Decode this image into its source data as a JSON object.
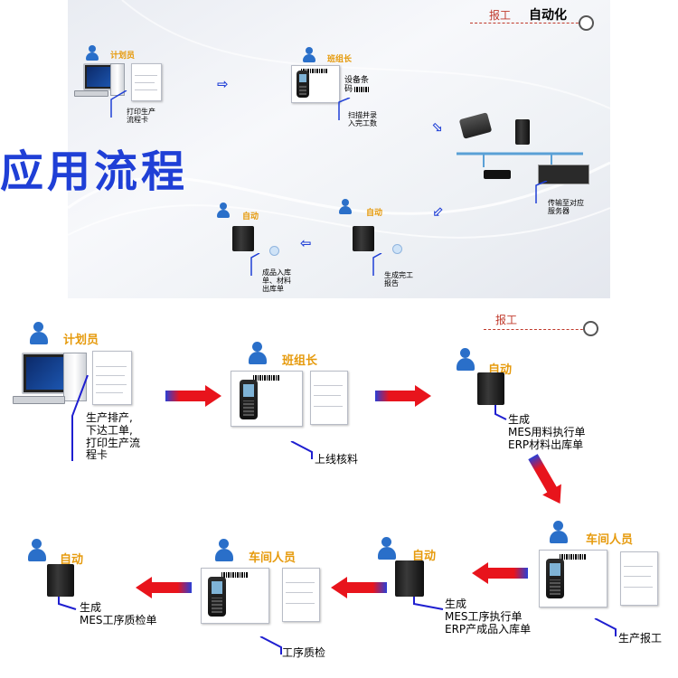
{
  "title": "应用流程",
  "top_section": {
    "header": {
      "baogong": "报工",
      "zidonghua": "自动化"
    },
    "nodes": {
      "planner": {
        "role": "计划员",
        "note": "打印生产\n流程卡"
      },
      "team_leader": {
        "role": "班组长",
        "note": "扫描并录\n入完工数",
        "card_text": "设备条\n码"
      },
      "transfer": {
        "note": "传输至对应\n服务器"
      },
      "auto_1": {
        "role": "自动",
        "note": "生成完工\n报告"
      },
      "auto_2": {
        "role": "自动",
        "note": "成品入库\n单、材料\n出库单"
      }
    }
  },
  "bottom_section": {
    "header": {
      "baogong": "报工"
    },
    "nodes": {
      "planner": {
        "role": "计划员",
        "note": "生产排产,\n下达工单,\n打印生产流\n程卡"
      },
      "team_leader": {
        "role": "班组长",
        "note": "上线核料"
      },
      "auto_1": {
        "role": "自动",
        "note": "生成\nMES用料执行单\nERP材料出库单"
      },
      "workshop_1": {
        "role": "车间人员",
        "note": "生产报工"
      },
      "auto_2": {
        "role": "自动",
        "note": "生成\nMES工序执行单\nERP产成品入库单"
      },
      "workshop_2": {
        "role": "车间人员",
        "note": "工序质检"
      },
      "auto_3": {
        "role": "自动",
        "note": "生成\nMES工序质检单"
      }
    }
  },
  "colors": {
    "title": "#1f3fd6",
    "role": "#e69a0c",
    "arrow_red": "#e8141c",
    "arrow_blue": "#1f3fd6",
    "icons": [
      "person-icon",
      "computer-icon",
      "server-icon",
      "scanner-icon",
      "document-icon",
      "network-icon"
    ]
  }
}
